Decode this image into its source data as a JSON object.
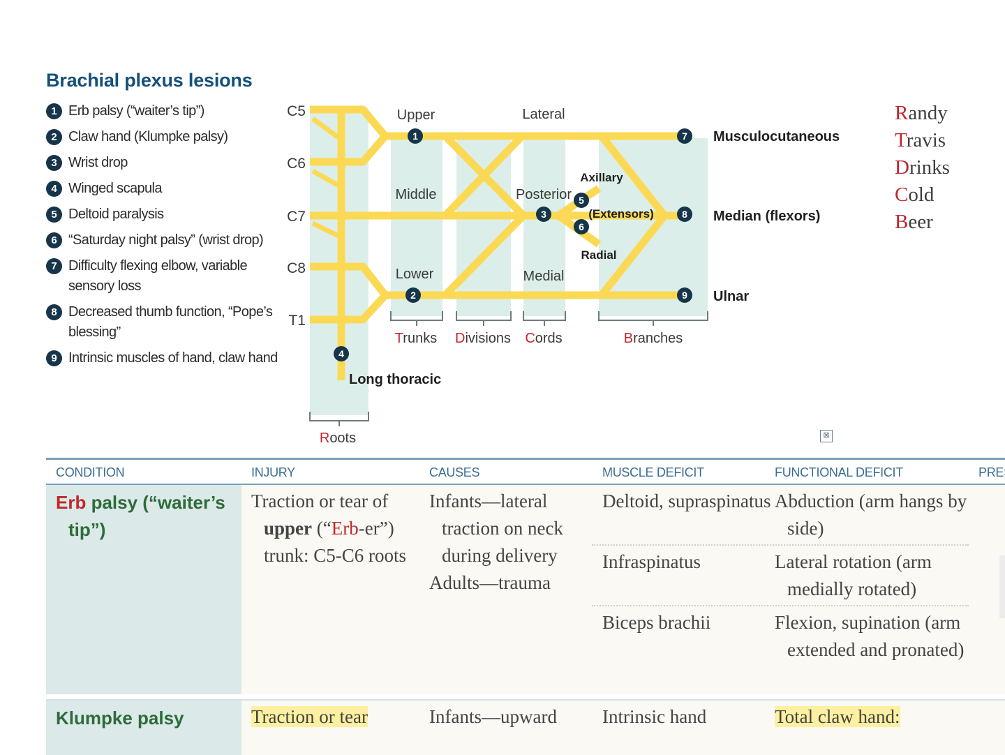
{
  "title": "Brachial plexus lesions",
  "legend": [
    {
      "num": "1",
      "text": "Erb palsy (“waiter’s tip”)"
    },
    {
      "num": "2",
      "text": "Claw hand (Klumpke palsy)"
    },
    {
      "num": "3",
      "text": "Wrist drop"
    },
    {
      "num": "4",
      "text": "Winged scapula"
    },
    {
      "num": "5",
      "text": "Deltoid paralysis"
    },
    {
      "num": "6",
      "text": "“Saturday night palsy” (wrist drop)"
    },
    {
      "num": "7",
      "text": "Difficulty flexing elbow, variable sensory loss"
    },
    {
      "num": "8",
      "text": "Decreased thumb function, “Pope’s blessing”"
    },
    {
      "num": "9",
      "text": "Intrinsic muscles of hand, claw hand"
    }
  ],
  "diagram": {
    "roots": [
      "C5",
      "C6",
      "C7",
      "C8",
      "T1"
    ],
    "trunks": [
      "Upper",
      "Middle",
      "Lower"
    ],
    "cords": [
      "Lateral",
      "Posterior",
      "Medial"
    ],
    "branches": [
      "Musculocutaneous",
      "Median (flexors)",
      "Ulnar"
    ],
    "posterior_branches": [
      "Axillary",
      "(Extensors)",
      "Radial"
    ],
    "long_thoracic": "Long thoracic",
    "markers": [
      "1",
      "2",
      "3",
      "4",
      "5",
      "6",
      "7",
      "8",
      "9"
    ],
    "sections": [
      {
        "first": "R",
        "rest": "oots"
      },
      {
        "first": "T",
        "rest": "runks"
      },
      {
        "first": "D",
        "rest": "ivisions"
      },
      {
        "first": "C",
        "rest": "ords"
      },
      {
        "first": "B",
        "rest": "ranches"
      }
    ],
    "colors": {
      "nerve": "#fcd955",
      "band": "#dceee9",
      "marker": "#16354a",
      "accent": "#c0272d",
      "bracket": "#6d7a82"
    }
  },
  "mnemonic": [
    {
      "first": "R",
      "rest": "andy"
    },
    {
      "first": "T",
      "rest": "ravis"
    },
    {
      "first": "D",
      "rest": "rinks"
    },
    {
      "first": "C",
      "rest": "old"
    },
    {
      "first": "B",
      "rest": "eer"
    }
  ],
  "table": {
    "headers": [
      "CONDITION",
      "INJURY",
      "CAUSES",
      "MUSCLE DEFICIT",
      "FUNCTIONAL DEFICIT",
      "PRES"
    ],
    "row1": {
      "condition_red": "Erb",
      "condition_rest": " palsy (“waiter’s tip”)",
      "injury_1": "Traction or tear of ",
      "injury_bold": "upper",
      "injury_2": "(“",
      "injury_red": "Erb",
      "injury_3": "-er”) trunk: C5-C6 roots",
      "causes_1": "Infants—lateral traction on neck during delivery",
      "causes_2": "Adults—trauma",
      "muscles": [
        "Deltoid, supraspinatus",
        "Infraspinatus",
        "Biceps brachii"
      ],
      "functions": [
        "Abduction (arm hangs by side)",
        "Lateral rotation (arm medially rotated)",
        "Flexion, supination (arm extended and pronated)"
      ]
    },
    "row2": {
      "condition": "Klumpke palsy",
      "injury": "Traction or tear",
      "causes": "Infants—upward",
      "muscle": "Intrinsic hand",
      "function": "Total claw hand:"
    }
  }
}
